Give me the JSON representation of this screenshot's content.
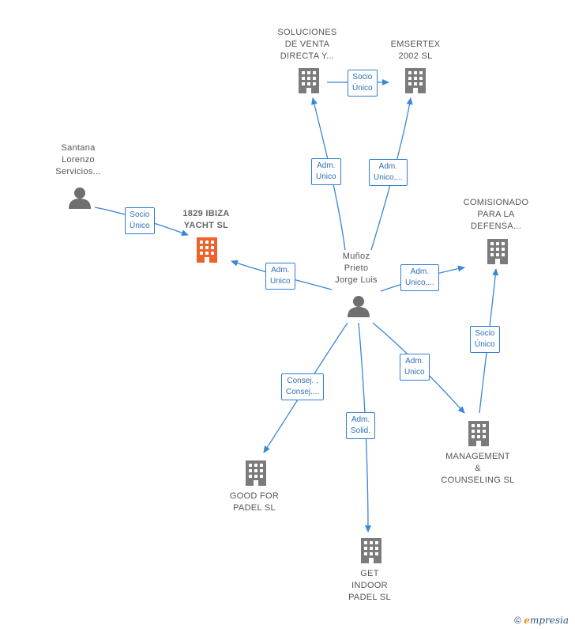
{
  "nodes": {
    "soluciones": {
      "label": "SOLUCIONES\nDE VENTA\nDIRECTA Y..."
    },
    "emsertex": {
      "label": "EMSERTEX\n2002 SL"
    },
    "santana": {
      "label": "Santana\nLorenzo\nServicios..."
    },
    "ibiza": {
      "label": "1829 IBIZA\nYACHT  SL"
    },
    "comisionado": {
      "label": "COMISIONADO\nPARA LA\nDEFENSA..."
    },
    "munoz": {
      "label": "Muñoz\nPrieto\nJorge Luis"
    },
    "management": {
      "label": "MANAGEMENT\n&\nCOUNSELING SL"
    },
    "goodfor": {
      "label": "GOOD FOR\nPADEL  SL"
    },
    "getindoor": {
      "label": "GET\nINDOOR\nPADEL  SL"
    }
  },
  "edges": {
    "socio_sol_ems": {
      "label": "Socio\nÚnico"
    },
    "adm_munoz_sol": {
      "label": "Adm.\nUnico"
    },
    "adm_munoz_ems": {
      "label": "Adm.\nUnico,..."
    },
    "socio_santana_ibiza": {
      "label": "Socio\nÚnico"
    },
    "adm_munoz_ibiza": {
      "label": "Adm.\nUnico"
    },
    "adm_munoz_com": {
      "label": "Adm.\nUnico,..."
    },
    "socio_man_com": {
      "label": "Socio\nÚnico"
    },
    "adm_munoz_man": {
      "label": "Adm.\nUnico"
    },
    "consej_munoz_good": {
      "label": "Consej. ,\nConsej...."
    },
    "adm_munoz_get": {
      "label": "Adm.\nSolid."
    }
  },
  "colors": {
    "edge": "#3a86d6",
    "company": "#7b7b7b",
    "focus_company": "#f0622c",
    "person": "#6f6f6f"
  },
  "footer": {
    "copyright": "©",
    "brand_first": "e",
    "brand_rest": "mpresia"
  }
}
